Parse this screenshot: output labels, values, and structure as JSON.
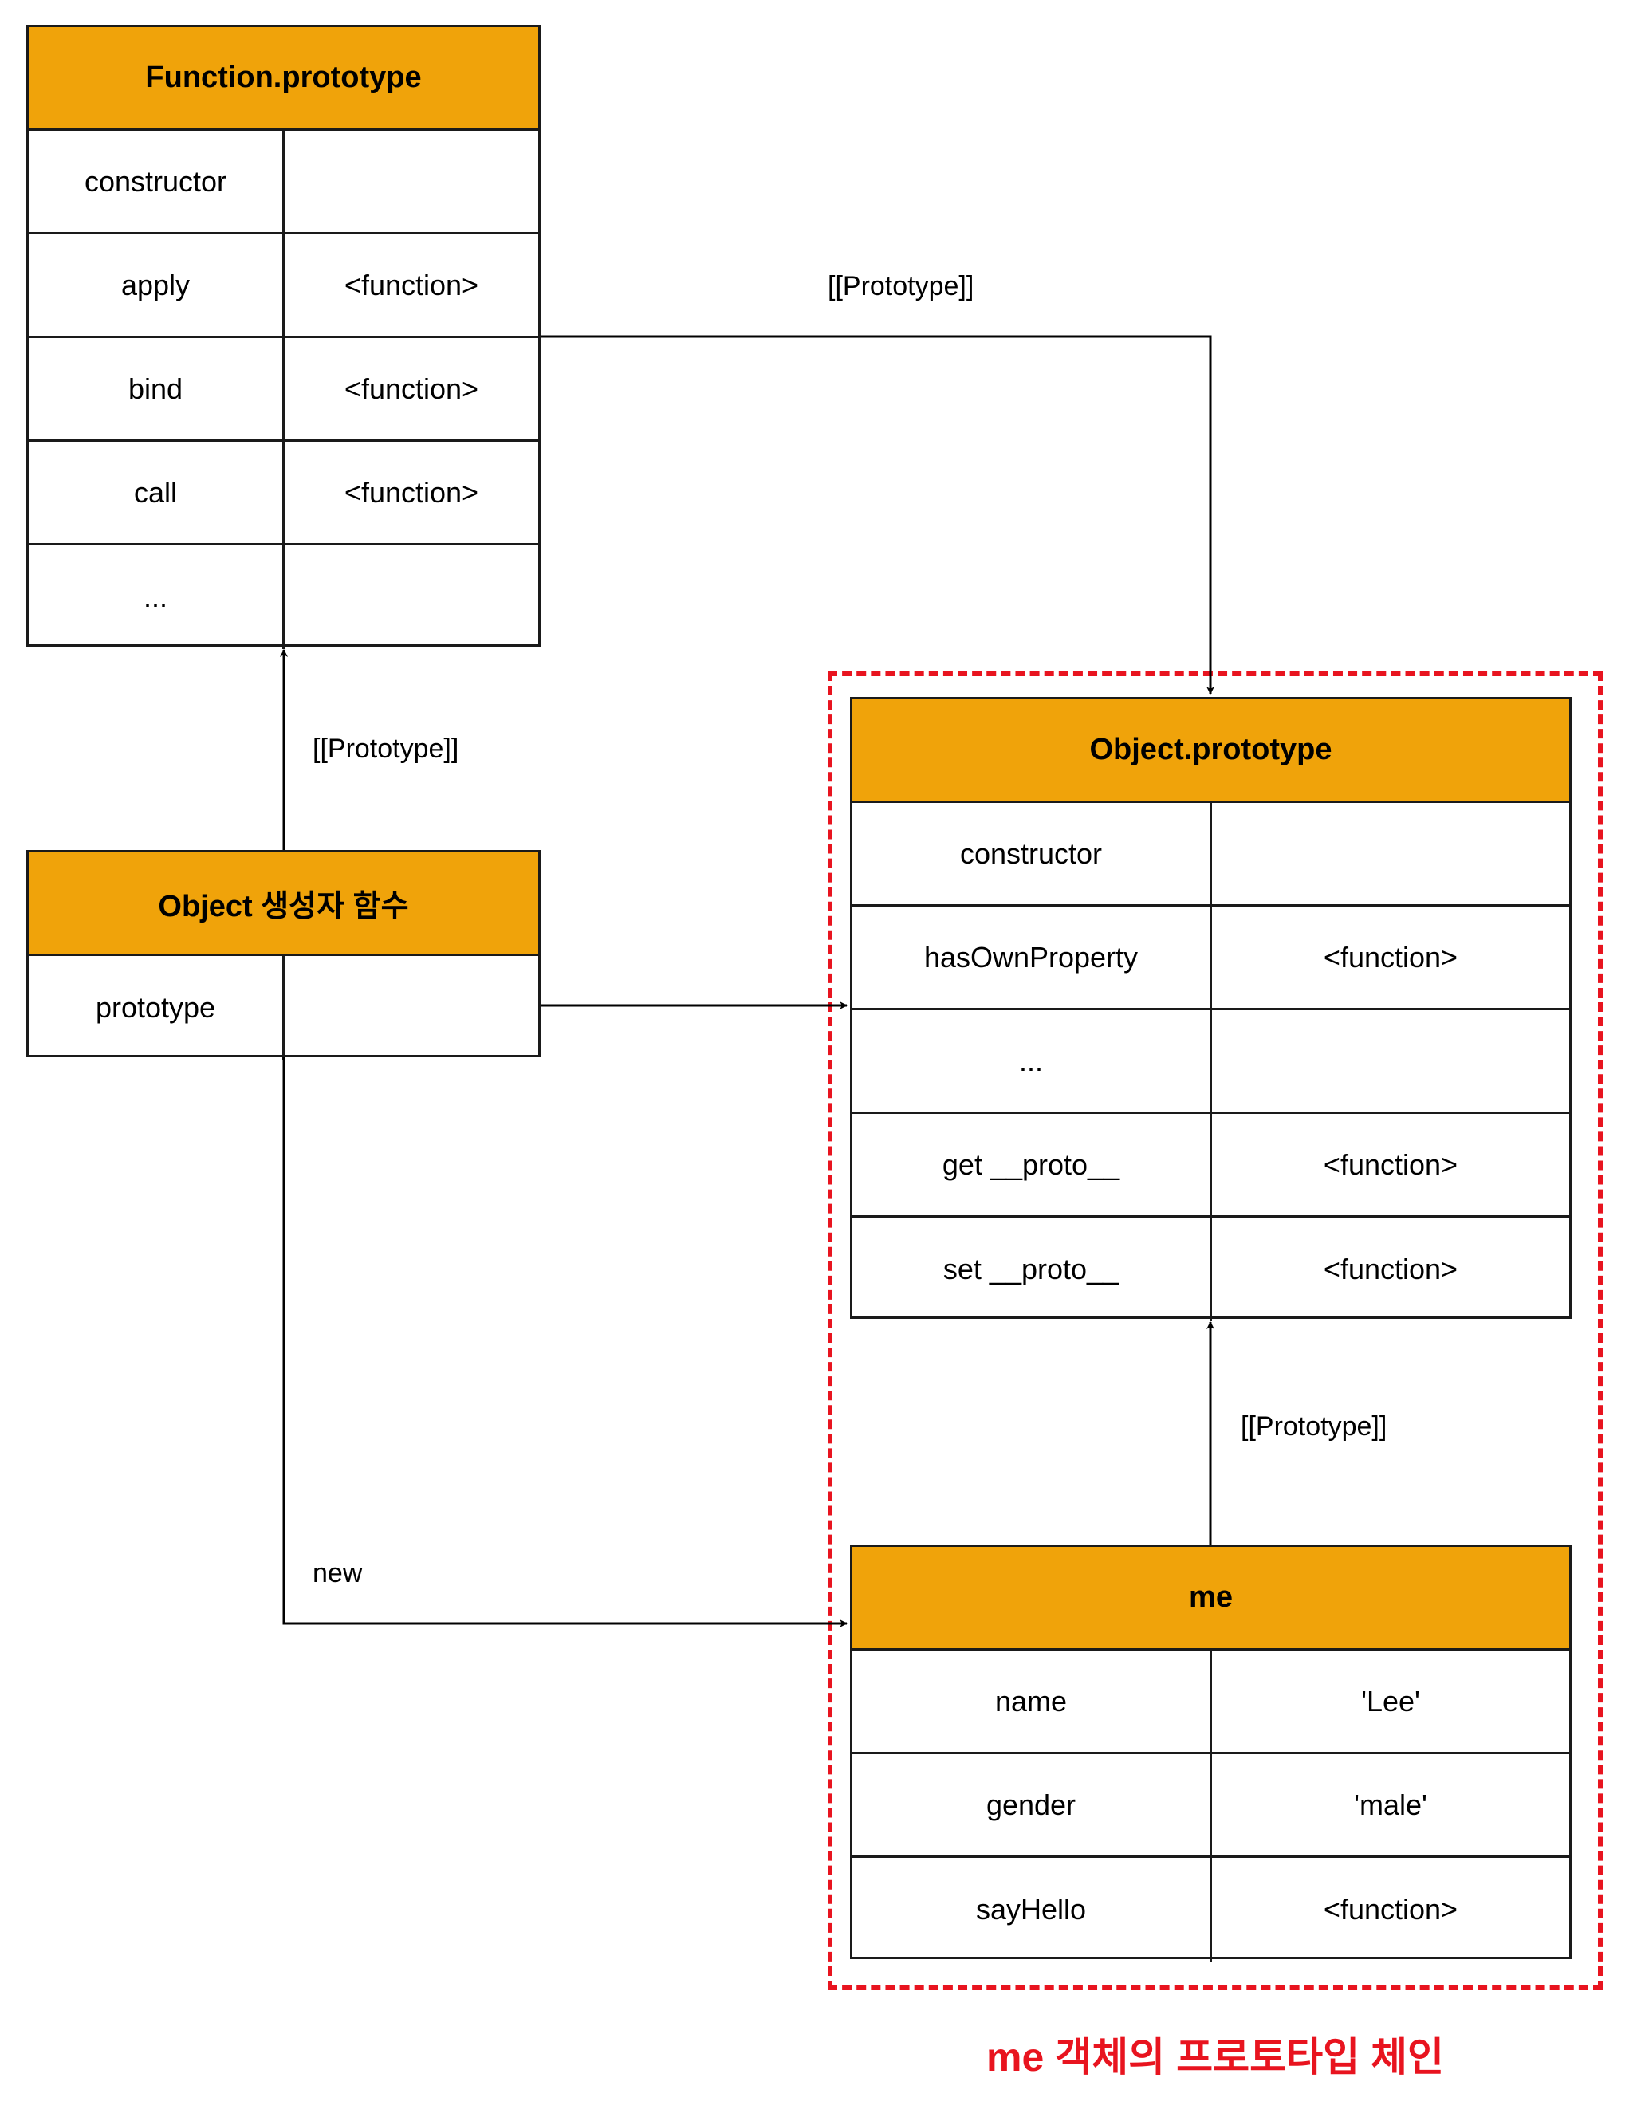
{
  "function_prototype": {
    "title": "Function.prototype",
    "rows": [
      {
        "key": "constructor",
        "value": ""
      },
      {
        "key": "apply",
        "value": "<function>"
      },
      {
        "key": "bind",
        "value": "<function>"
      },
      {
        "key": "call",
        "value": "<function>"
      },
      {
        "key": "...",
        "value": ""
      }
    ]
  },
  "object_constructor": {
    "title": "Object 생성자 함수",
    "rows": [
      {
        "key": "prototype",
        "value": ""
      }
    ]
  },
  "object_prototype": {
    "title": "Object.prototype",
    "rows": [
      {
        "key": "constructor",
        "value": ""
      },
      {
        "key": "hasOwnProperty",
        "value": "<function>"
      },
      {
        "key": "...",
        "value": ""
      },
      {
        "key": "get __proto__",
        "value": "<function>"
      },
      {
        "key": "set __proto__",
        "value": "<function>"
      }
    ]
  },
  "me": {
    "title": "me",
    "rows": [
      {
        "key": "name",
        "value": "'Lee'"
      },
      {
        "key": "gender",
        "value": "'male'"
      },
      {
        "key": "sayHello",
        "value": "<function>"
      }
    ]
  },
  "edge_labels": {
    "function_to_object_proto": "[[Prototype]]",
    "ctor_to_function_proto": "[[Prototype]]",
    "me_to_object_proto": "[[Prototype]]",
    "new_label": "new"
  },
  "caption": "me 객체의 프로토타입 체인",
  "colors": {
    "header_fill": "#f0a30a",
    "chain_border": "#e8141f",
    "caption": "#e8141f"
  }
}
